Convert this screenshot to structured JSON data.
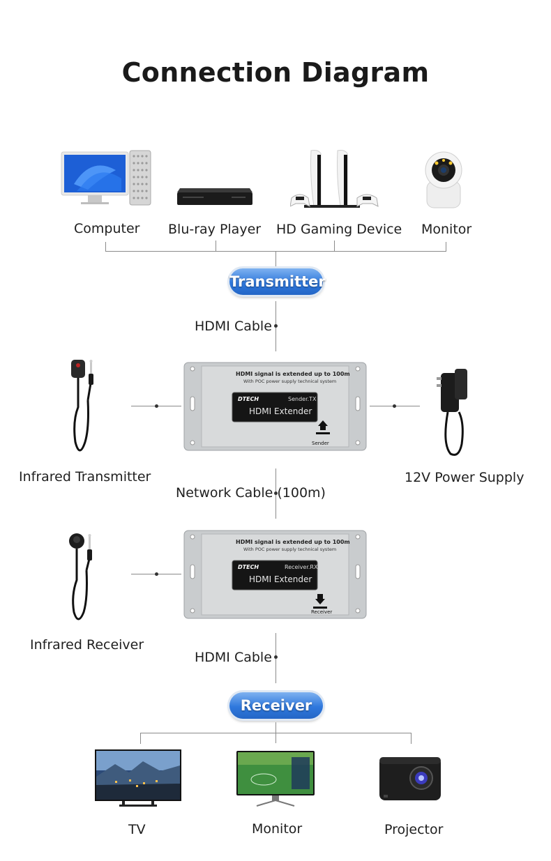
{
  "title": "Connection Diagram",
  "sources": {
    "computer": "Computer",
    "bluray": "Blu-ray Player",
    "gaming": "HD Gaming Device",
    "monitor": "Monitor"
  },
  "transmitter_label": "Transmitter",
  "receiver_label": "Receiver",
  "cables": {
    "hdmi_top": "HDMI Cable",
    "network": "Network Cable (100m)",
    "hdmi_bottom": "HDMI Cable"
  },
  "accessories": {
    "ir_transmitter": "Infrared Transmitter",
    "power_supply": "12V Power Supply",
    "ir_receiver": "Infrared Receiver"
  },
  "sender_box": {
    "headline": "HDMI signal is extended up to 100m",
    "subline": "With POC power supply technical system",
    "brand": "DTECH",
    "model": "Sender.TX",
    "product": "HDMI Extender",
    "port_label": "Sender"
  },
  "receiver_box": {
    "headline": "HDMI signal is extended up to 100m",
    "subline": "With POC power supply technical system",
    "brand": "DTECH",
    "model": "Receiver.RX",
    "product": "HDMI Extender",
    "port_label": "Receiver"
  },
  "outputs": {
    "tv": "TV",
    "monitor": "Monitor",
    "projector": "Projector"
  },
  "icons": {
    "computer": "desktop-computer-icon",
    "bluray": "bluray-player-icon",
    "gaming": "game-console-icon",
    "camera": "security-camera-icon",
    "ir_tx": "ir-emitter-cable-icon",
    "power": "power-adapter-icon",
    "ir_rx": "ir-receiver-cable-icon",
    "tv": "tv-icon",
    "monitor": "monitor-icon",
    "projector": "projector-icon"
  }
}
